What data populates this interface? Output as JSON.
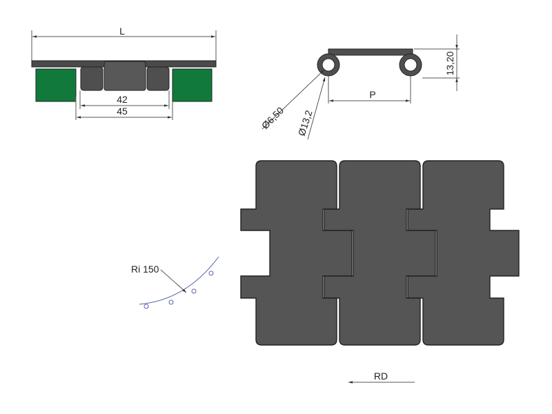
{
  "side_view": {
    "overall_length_label": "L",
    "inner_width_label": "42",
    "outer_width_label": "45",
    "colors": {
      "wear_strip": "#117a3a",
      "chain": "#555555"
    }
  },
  "profile_view": {
    "pitch_label": "P",
    "height_label": "13,20",
    "pin_diameter_label": "Ø6,50",
    "hinge_diameter_label": "Ø13,2"
  },
  "curve_detail": {
    "radius_label": "Ri 150",
    "color": "#5560b0"
  },
  "top_view": {
    "plate_count": 3,
    "direction_label": "RD",
    "plate_color": "#555555"
  }
}
